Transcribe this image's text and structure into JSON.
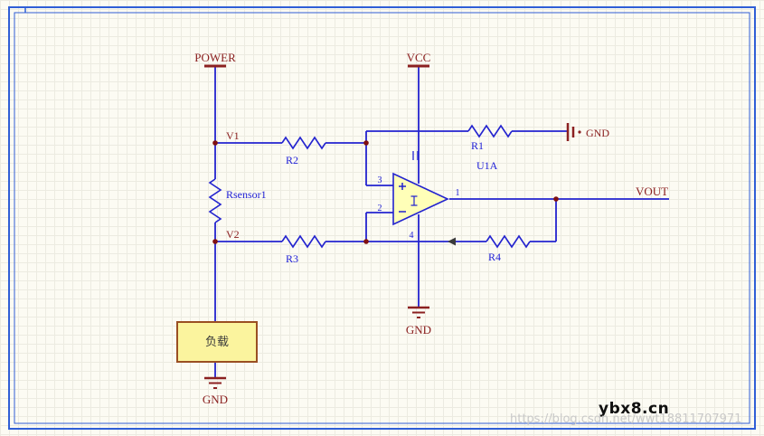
{
  "labels": {
    "power": "POWER",
    "vcc": "VCC",
    "vout": "VOUT",
    "gnd": "GND",
    "v1": "V1",
    "v2": "V2",
    "r1": "R1",
    "r2": "R2",
    "r3": "R3",
    "r4": "R4",
    "rsensor": "Rsensor1",
    "opamp": "U1A",
    "load": "负载",
    "pin1": "1",
    "pin2": "2",
    "pin3": "3",
    "pin4": "4"
  },
  "watermark": {
    "site": "ybx8.cn",
    "url": "https://blog.csdn.net/wwt18811707971"
  },
  "colors": {
    "wire": "#2323cf",
    "designator_text": "#1d1dd6",
    "net_label_text": "#8b2020",
    "junction_dot": "#801010",
    "opamp_fill": "#FFFFB8",
    "load_fill": "#FBF49E",
    "load_border": "#9a4f22",
    "sheet_border": "#2f5ed6",
    "background": "#FCFBF3",
    "grid_line": "#ECEBE1"
  }
}
